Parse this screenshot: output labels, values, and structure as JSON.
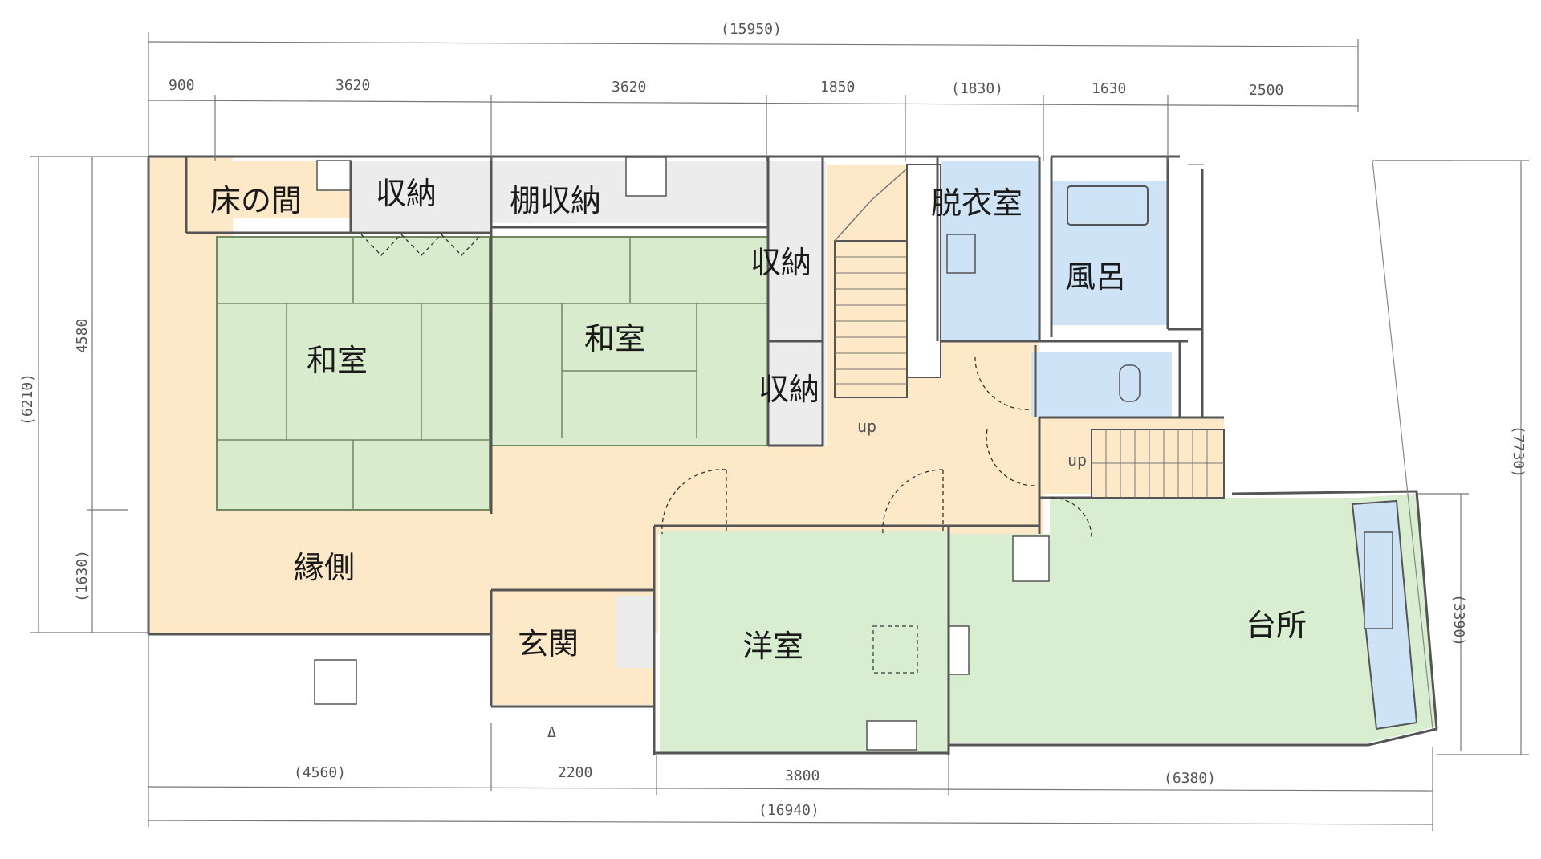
{
  "colors": {
    "corridor": "#fde8c8",
    "tatami": "#d8ebcd",
    "tatami_line": "#6e8a5e",
    "storage": "#ececec",
    "water": "#cfe3f6",
    "green_room": "#d9edd0",
    "wall": "#555555"
  },
  "rooms": {
    "tokonoma": "床の間",
    "storage_top": "収納",
    "shelf_storage": "棚収納",
    "storage_mid_upper": "収納",
    "storage_mid_lower": "収納",
    "dressing": "脱衣室",
    "bath": "風呂",
    "washitsu_left": "和室",
    "washitsu_right": "和室",
    "engawa": "縁側",
    "genkan": "玄関",
    "youshitsu": "洋室",
    "kitchen": "台所"
  },
  "stairs": {
    "up1": "up",
    "up2": "up"
  },
  "entry_mark": "Δ",
  "dimensions": {
    "top_total": "(15950)",
    "top": [
      "900",
      "3620",
      "3620",
      "1850",
      "(1830)",
      "1630",
      "2500"
    ],
    "bottom": [
      "(4560)",
      "2200",
      "3800",
      "(6380)"
    ],
    "bottom_total": "(16940)",
    "left_outer": "(6210)",
    "left_upper": "4580",
    "left_lower": "(1630)",
    "right_outer": "(7730)",
    "right_inner": "(3390)"
  }
}
